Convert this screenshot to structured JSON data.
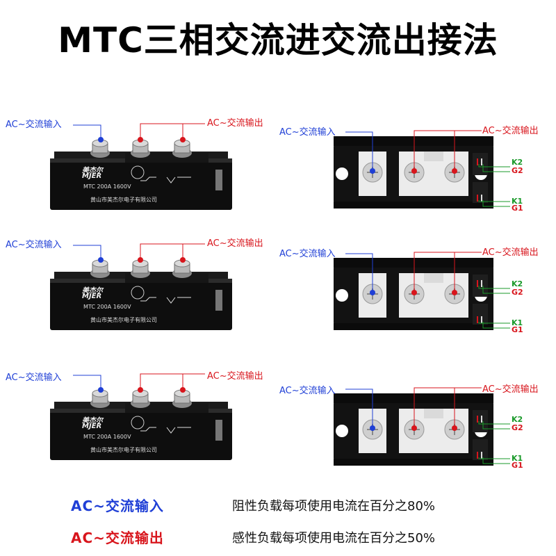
{
  "title": "MTC三相交流进交流出接法",
  "labels": {
    "ac_in": "AC~交流输入",
    "ac_out": "AC~交流输出"
  },
  "pins": {
    "k2": "K2",
    "g2": "G2",
    "k1": "K1",
    "g1": "G1"
  },
  "module": {
    "brand_cn": "美杰尔",
    "brand_en": "MJER",
    "model": "MTC 200A 1600V",
    "company": "黄山市美杰尔电子有限公司"
  },
  "legend": {
    "ac_in": "AC~交流输入",
    "ac_out": "AC~交流输出",
    "note_resistive": "阻性负载每项使用电流在百分之80%",
    "note_inductive": "感性负载每项使用电流在百分之50%"
  },
  "colors": {
    "blue": "#1f3fd6",
    "red": "#d8151c",
    "green": "#1a9a2a"
  }
}
